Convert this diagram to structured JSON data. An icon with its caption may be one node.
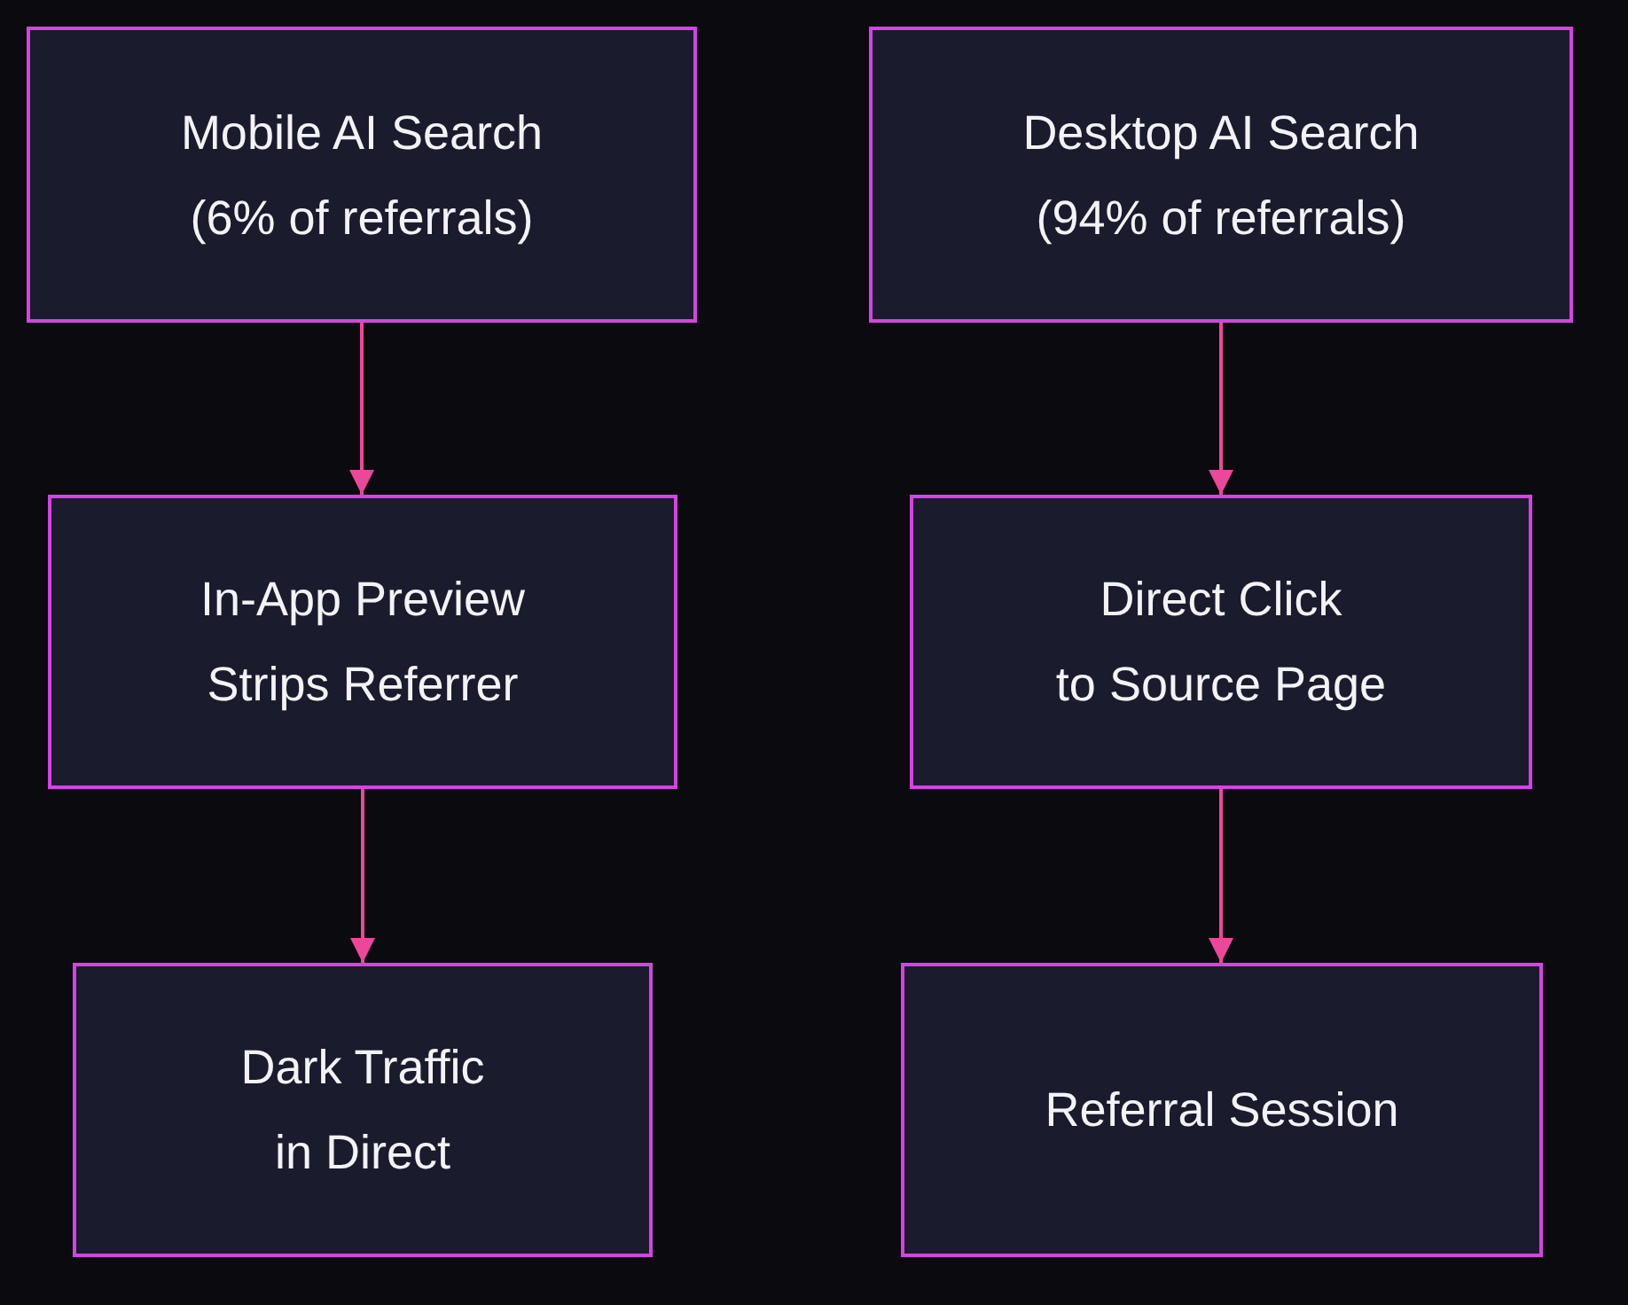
{
  "diagram": {
    "nodes": [
      {
        "text": [
          "Mobile AI Search (6% of referrals)"
        ]
      },
      {
        "text": [
          "Desktop AI Search (94% of referrals)"
        ]
      },
      {
        "text": [
          "In-App Preview Strips Referrer"
        ]
      },
      {
        "text": [
          "Direct Click to Source Page"
        ]
      },
      {
        "text": [
          "Dark Traffic in Direct"
        ]
      },
      {
        "text": [
          "Referral Session"
        ]
      }
    ],
    "edges": [
      {
        "from": 0,
        "to": 2,
        "arrow": "to"
      },
      {
        "from": 2,
        "to": 4,
        "arrow": "to"
      },
      {
        "from": 1,
        "to": 3,
        "arrow": "to"
      },
      {
        "from": 3,
        "to": 5,
        "arrow": "to"
      }
    ]
  }
}
